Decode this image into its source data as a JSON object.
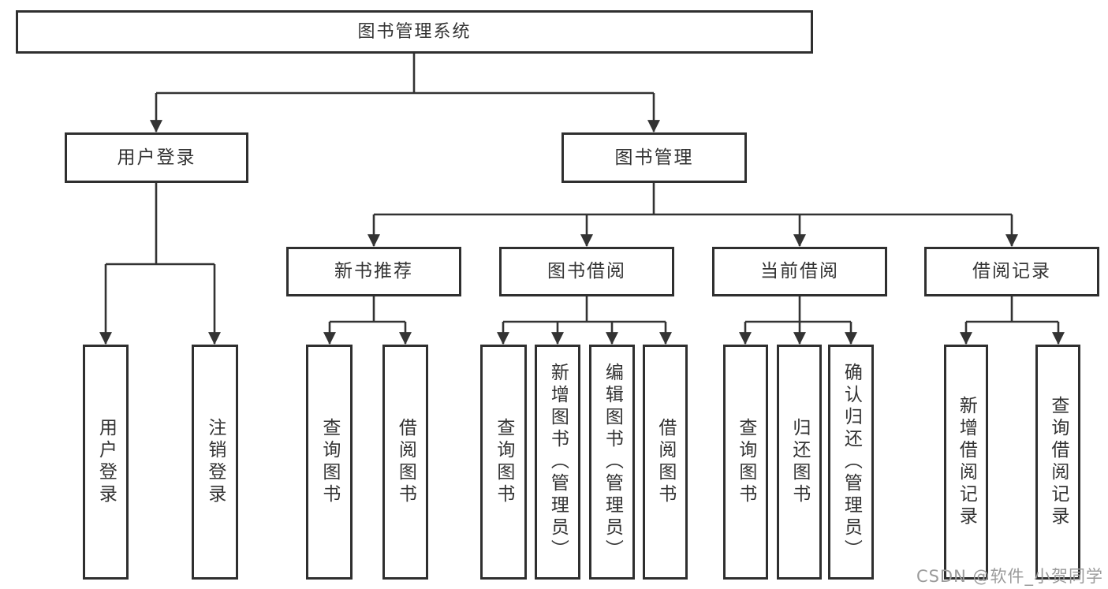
{
  "tree": {
    "label": "图书管理系统",
    "children": [
      {
        "label": "用户登录",
        "children": [
          {
            "label": "用户登录"
          },
          {
            "label": "注销登录"
          }
        ]
      },
      {
        "label": "图书管理",
        "children": [
          {
            "label": "新书推荐",
            "children": [
              {
                "label": "查询图书"
              },
              {
                "label": "借阅图书"
              }
            ]
          },
          {
            "label": "图书借阅",
            "children": [
              {
                "label": "查询图书"
              },
              {
                "label": "新增图书（管理员）"
              },
              {
                "label": "编辑图书（管理员）"
              },
              {
                "label": "借阅图书"
              }
            ]
          },
          {
            "label": "当前借阅",
            "children": [
              {
                "label": "查询图书"
              },
              {
                "label": "归还图书"
              },
              {
                "label": "确认归还（管理员）"
              }
            ]
          },
          {
            "label": "借阅记录",
            "children": [
              {
                "label": "新增借阅记录"
              },
              {
                "label": "查询借阅记录"
              }
            ]
          }
        ]
      }
    ]
  },
  "watermark": "CSDN @软件_小贺同学",
  "colors": {
    "line": "#333333",
    "box_border": "#2f2f2f",
    "text": "#333333",
    "watermark": "#9b9b9b",
    "background": "#ffffff"
  }
}
